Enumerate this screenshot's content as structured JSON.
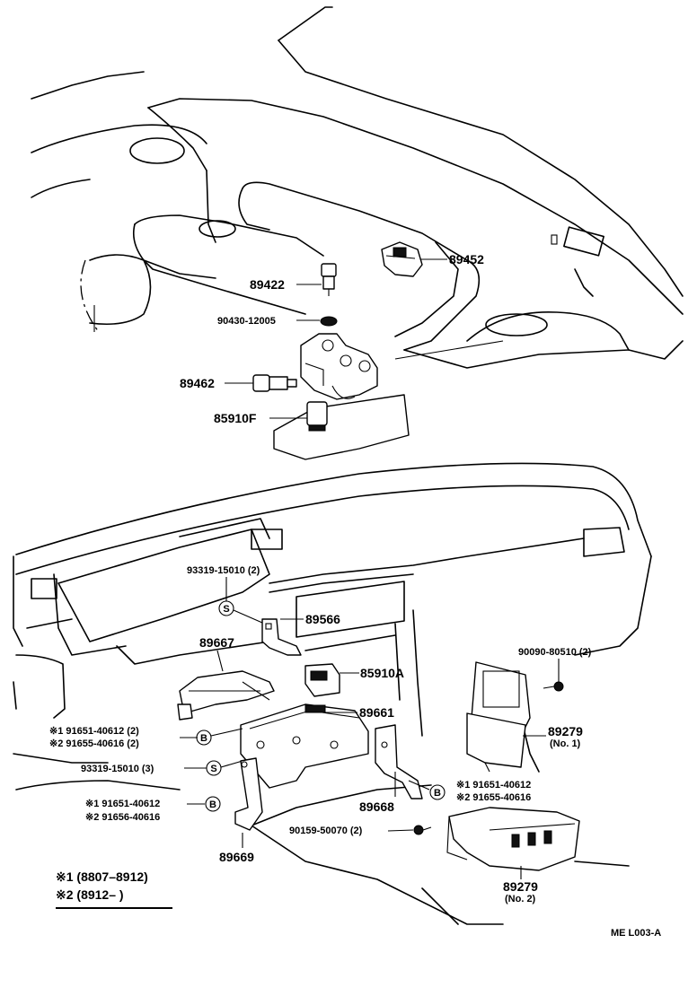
{
  "labels": {
    "p89422": "89422",
    "p89452": "89452",
    "p90430": "90430-12005",
    "p89462": "89462",
    "p85910F": "85910F",
    "p93319a": "93319-15010 (2)",
    "p89566": "89566",
    "p89667": "89667",
    "p85910A": "85910A",
    "p90090": "90090-80510 (2)",
    "p89661": "89661",
    "p89279a": "89279",
    "p89279a_sub": "(No. 1)",
    "p89279b": "89279",
    "p89279b_sub": "(No. 2)",
    "left_a1": "91651-40612 (2)",
    "left_a2": "91655-40616 (2)",
    "p93319b": "93319-15010 (3)",
    "left_b1": "91651-40612",
    "left_b2": "91656-40616",
    "p89669": "89669",
    "p90159": "90159-50070 (2)",
    "p89668": "89668",
    "right_1": "91651-40612",
    "right_2": "91655-40616"
  },
  "markers": {
    "note1": "※1",
    "note2": "※2",
    "s": "S",
    "b": "B"
  },
  "legend": {
    "line1": "※1 (8807–8912)",
    "line2": "※2 (8912–        )"
  },
  "code": "ME  L003-A"
}
